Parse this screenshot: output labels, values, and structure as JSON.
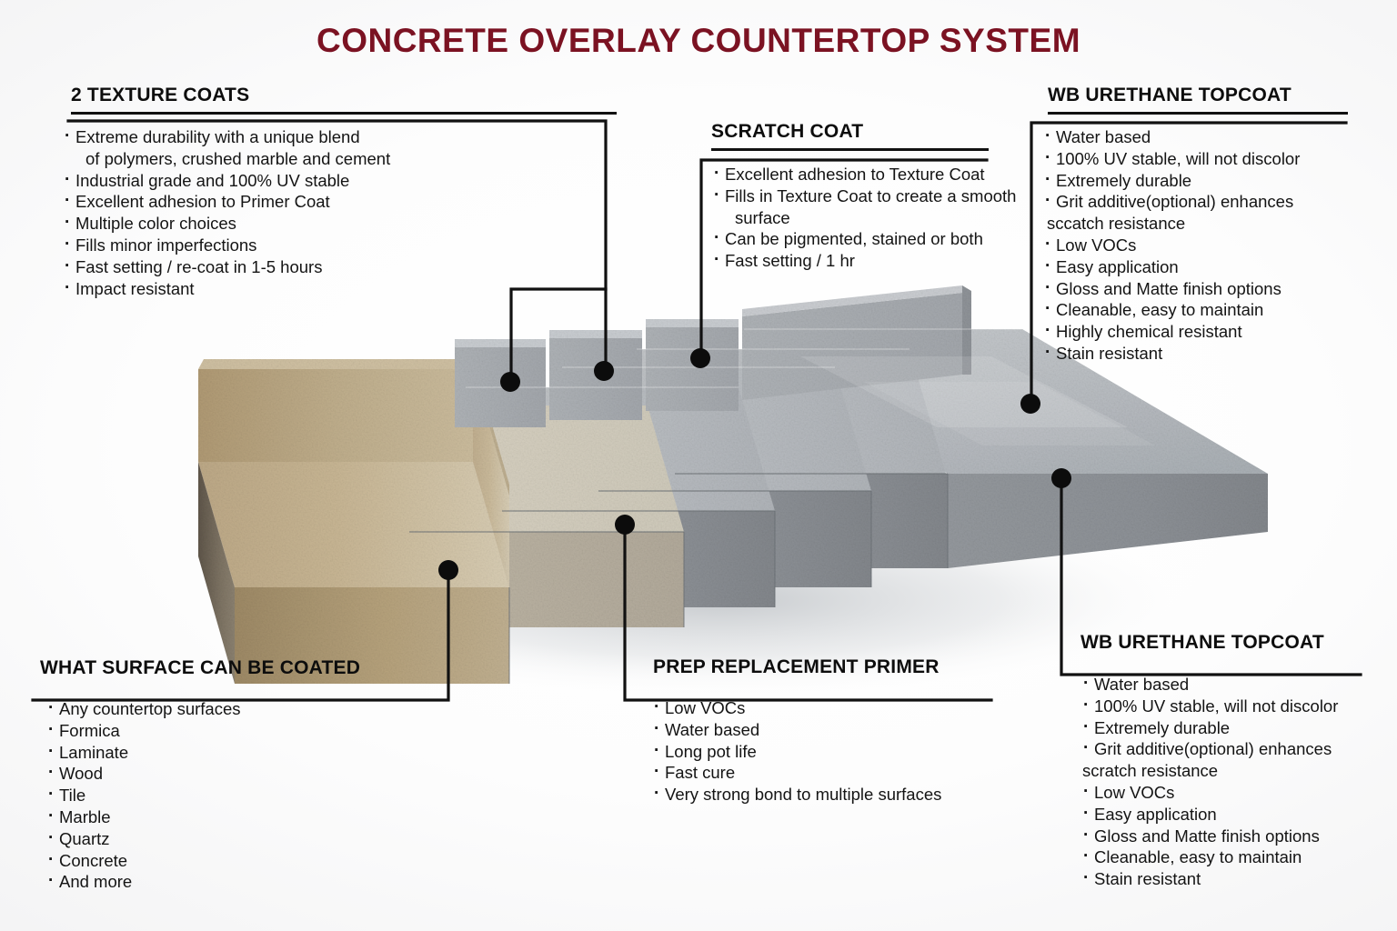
{
  "title": "CONCRETE OVERLAY COUNTERTOP SYSTEM",
  "colors": {
    "title": "#7b1222",
    "text": "#141414",
    "rule": "#111111",
    "leader": "#111111",
    "substrate_tan": "#b79f72",
    "primer_light": "#cfc6ae",
    "texture_gray": "#b6babe",
    "scratch_gray": "#babdc1",
    "topcoat_gray": "#a9aeb3",
    "background": "#ffffff"
  },
  "blocks": {
    "texture_coats": {
      "heading": "2 TEXTURE COATS",
      "items": [
        "Extreme durability with a unique blend",
        "of polymers, crushed marble and cement",
        "Industrial grade and 100% UV stable",
        "Excellent adhesion to Primer Coat",
        "Multiple color choices",
        "Fills minor imperfections",
        "Fast setting / re-coat in 1-5 hours",
        "Impact resistant"
      ]
    },
    "scratch_coat": {
      "heading": "SCRATCH COAT",
      "items": [
        "Excellent adhesion to Texture Coat",
        "Fills in Texture Coat to create a smooth",
        "surface",
        "Can be pigmented, stained or both",
        "Fast setting / 1 hr"
      ]
    },
    "topcoat_top": {
      "heading": "WB URETHANE TOPCOAT",
      "items": [
        "Water based",
        "100% UV stable, will not discolor",
        "Extremely durable",
        "Grit additive(optional) enhances",
        "sccatch resistance",
        "Low VOCs",
        "Easy application",
        "Gloss and Matte finish options",
        "Cleanable, easy to maintain",
        "Highly chemical resistant",
        "Stain resistant"
      ]
    },
    "surface_coated": {
      "heading": "WHAT SURFACE CAN BE COATED",
      "items": [
        "Any countertop surfaces",
        "Formica",
        "Laminate",
        "Wood",
        "Tile",
        "Marble",
        "Quartz",
        "Concrete",
        "And more"
      ]
    },
    "prep_primer": {
      "heading": "PREP REPLACEMENT PRIMER",
      "items": [
        "Low VOCs",
        "Water based",
        "Long pot life",
        "Fast cure",
        "Very strong bond to multiple surfaces"
      ]
    },
    "topcoat_bottom": {
      "heading": "WB URETHANE TOPCOAT",
      "items": [
        "Water based",
        "100% UV stable, will not discolor",
        "Extremely durable",
        "Grit additive(optional) enhances",
        "scratch resistance",
        "Low VOCs",
        "Easy application",
        "Gloss and Matte finish options",
        "Cleanable, easy to maintain",
        "Stain resistant"
      ]
    }
  },
  "illustration": {
    "description": "Exploded stepped 3D cross-section of a countertop coating system",
    "layers": [
      "substrate",
      "prep replacement primer",
      "texture coat 1",
      "texture coat 2",
      "scratch coat",
      "wb urethane topcoat"
    ]
  }
}
